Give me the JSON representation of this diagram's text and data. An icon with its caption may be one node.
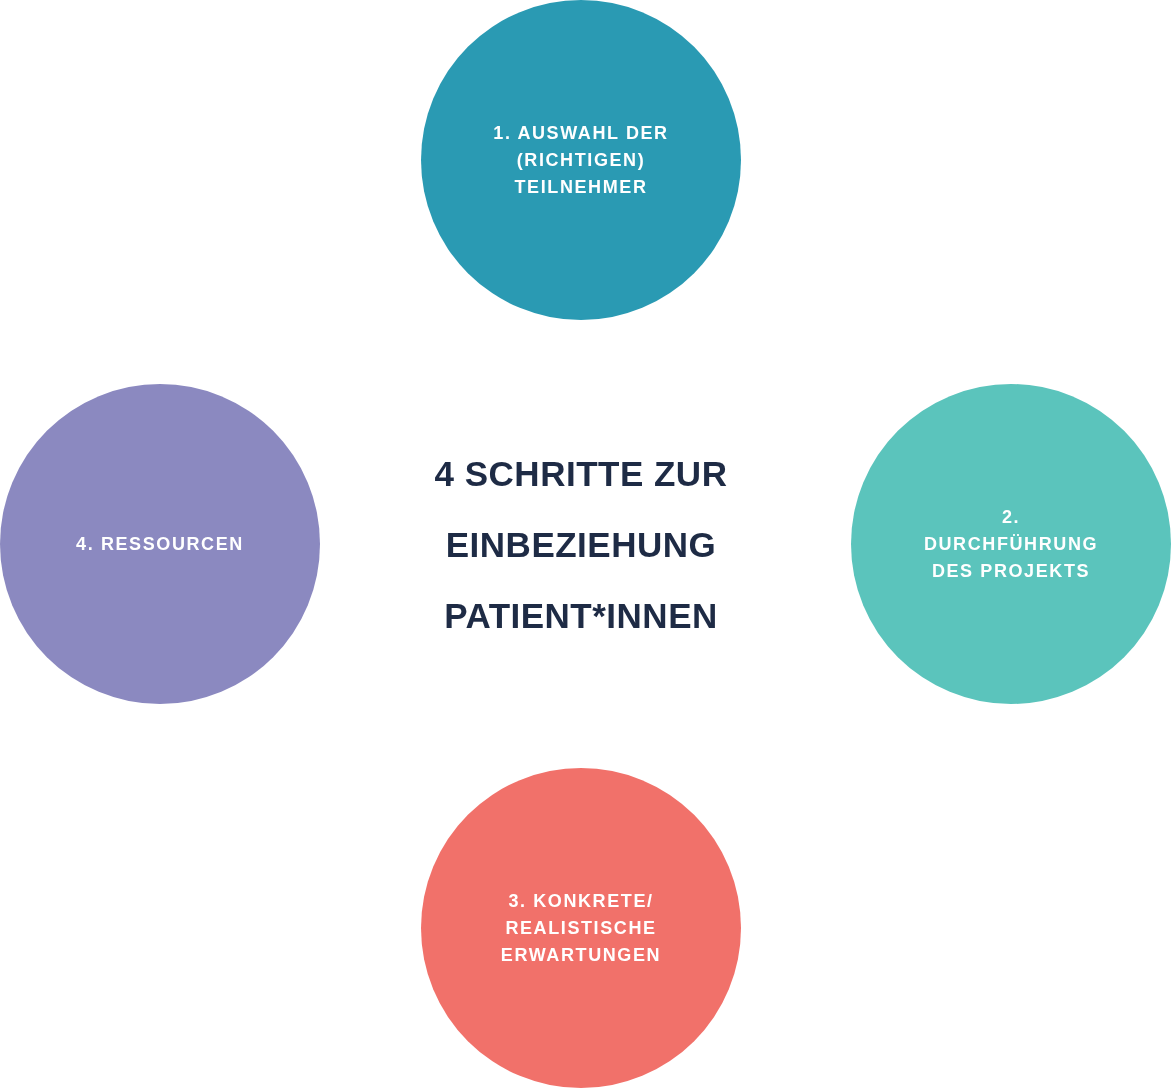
{
  "diagram": {
    "title": "4 SCHRITTE ZUR EINBEZIEHUNG PATIENT*INNEN",
    "nodes": [
      {
        "text": [
          "1. AUSWAHL DER (RICHTIGEN) TEILNEHMER"
        ]
      },
      {
        "text": [
          "2. DURCHFÜHRUNG DES PROJEKTS"
        ]
      },
      {
        "text": [
          "3. KONKRETE/ REALISTISCHE ERWARTUNGEN"
        ]
      },
      {
        "text": [
          "4. RESSOURCEN"
        ]
      }
    ],
    "edges": []
  }
}
